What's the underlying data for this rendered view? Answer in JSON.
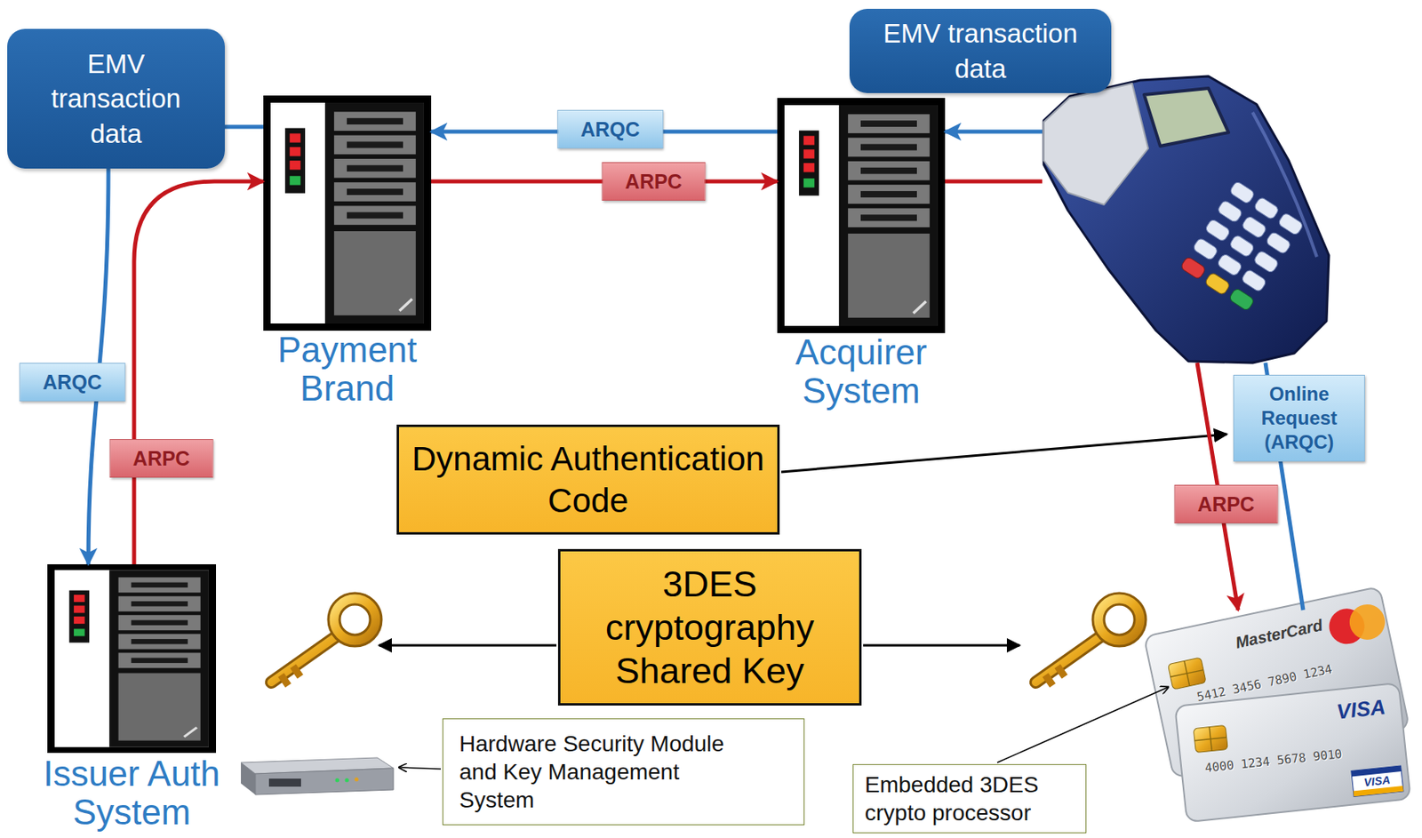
{
  "diagram": {
    "nodes": [
      {
        "text": [
          "EMV transaction data"
        ]
      },
      {
        "text": [
          "EMV transaction data"
        ]
      },
      {
        "text": [
          "Payment Brand"
        ]
      },
      {
        "text": [
          "Acquirer System"
        ]
      },
      {
        "text": []
      },
      {
        "text": [
          "Dynamic Authentication Code"
        ]
      },
      {
        "text": [
          "3DES cryptography Shared Key"
        ]
      },
      {
        "text": [
          "Issuer Auth System"
        ]
      },
      {
        "text": []
      },
      {
        "text": [
          "Hardware Security Module and Key Management System"
        ]
      },
      {
        "text": [
          "Embedded 3DES crypto processor"
        ]
      }
    ],
    "edges": [
      {
        "from": 3,
        "to": 2,
        "arrow": "to",
        "label": "ARQC"
      },
      {
        "from": 2,
        "to": 3,
        "arrow": "to",
        "label": "ARPC"
      },
      {
        "from": 2,
        "to": 0,
        "arrow": "none"
      },
      {
        "from": 0,
        "to": 7,
        "arrow": "to",
        "label": "ARQC"
      },
      {
        "from": 7,
        "to": 2,
        "arrow": "to",
        "label": "ARPC"
      },
      {
        "from": 4,
        "to": 3,
        "arrow": "to"
      },
      {
        "from": 3,
        "to": 4,
        "arrow": "none"
      },
      {
        "from": 8,
        "to": 4,
        "arrow": "none",
        "label": "Online Request (ARQC)"
      },
      {
        "from": 4,
        "to": 8,
        "arrow": "to",
        "label": "ARPC"
      }
    ],
    "labels": [
      "MasterCard",
      "5412 3456 7890 1234",
      "VISA",
      "4000 1234 5678 9010",
      "VISA"
    ]
  }
}
